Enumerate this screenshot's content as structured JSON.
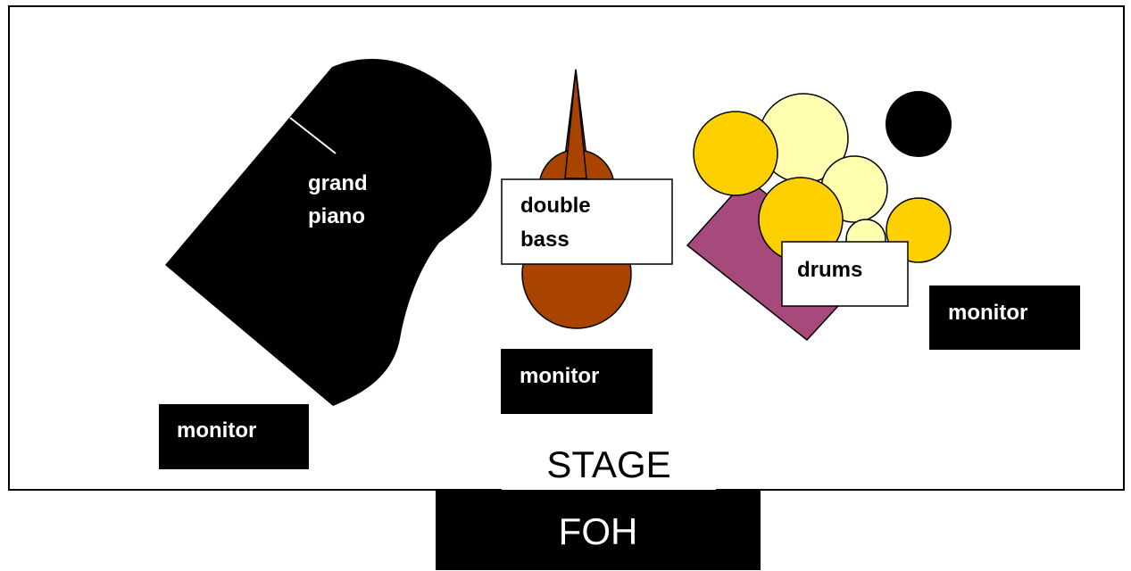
{
  "labels": {
    "piano_line1": "grand",
    "piano_line2": "piano",
    "bass_line1": "double",
    "bass_line2": "bass",
    "drums": "drums",
    "monitor_left": "monitor",
    "monitor_center": "monitor",
    "monitor_right": "monitor",
    "stage": "STAGE",
    "foh": "FOH"
  },
  "colors": {
    "piano": "#000000",
    "bass_body": "#a94400",
    "drum_riser": "#a64a7b",
    "drum_yellow": "#ffd000",
    "drum_pale": "#ffffb0",
    "monitor": "#000000",
    "stage_outline": "#000000",
    "foh": "#000000"
  }
}
